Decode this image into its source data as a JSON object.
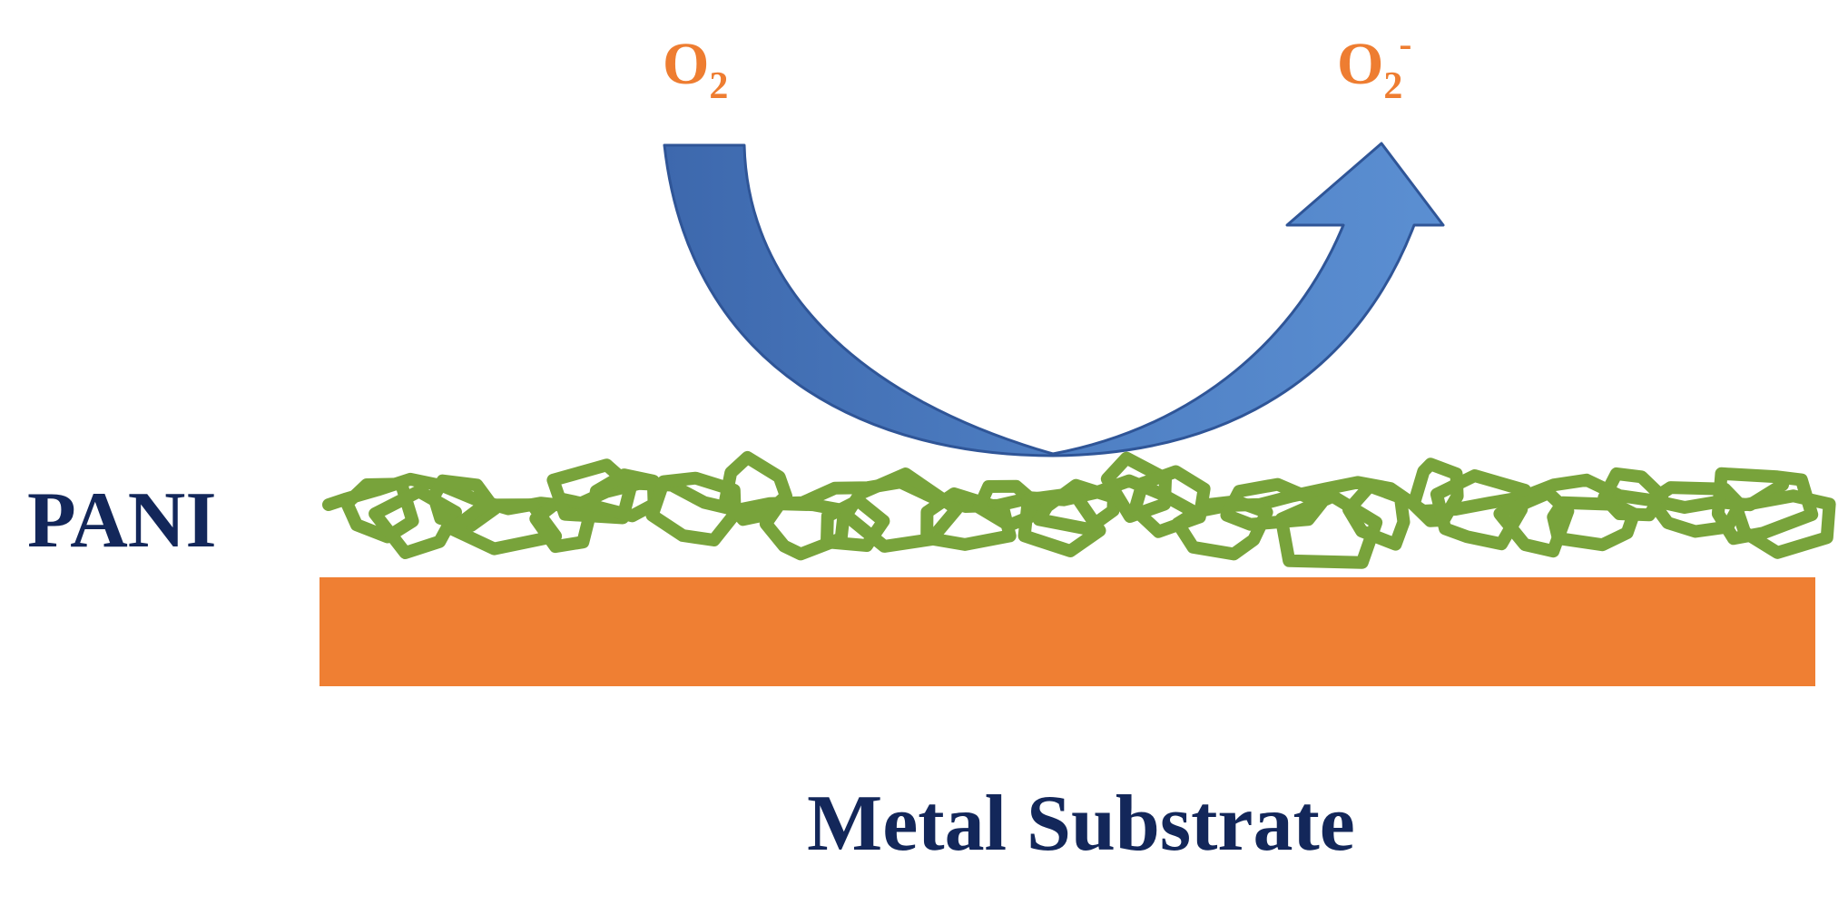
{
  "labels": {
    "reactant_base": "O",
    "reactant_sub": "2",
    "product_base": "O",
    "product_sub": "2",
    "product_sup": "-",
    "coating": "PANI",
    "substrate": "Metal Substrate"
  },
  "colors": {
    "species_text": "#ee7d31",
    "label_text": "#13275a",
    "arrow_fill": "#4f7fc2",
    "arrow_stroke": "#2f5597",
    "coating_stroke": "#78a33b",
    "substrate_fill": "#ef7f33"
  }
}
